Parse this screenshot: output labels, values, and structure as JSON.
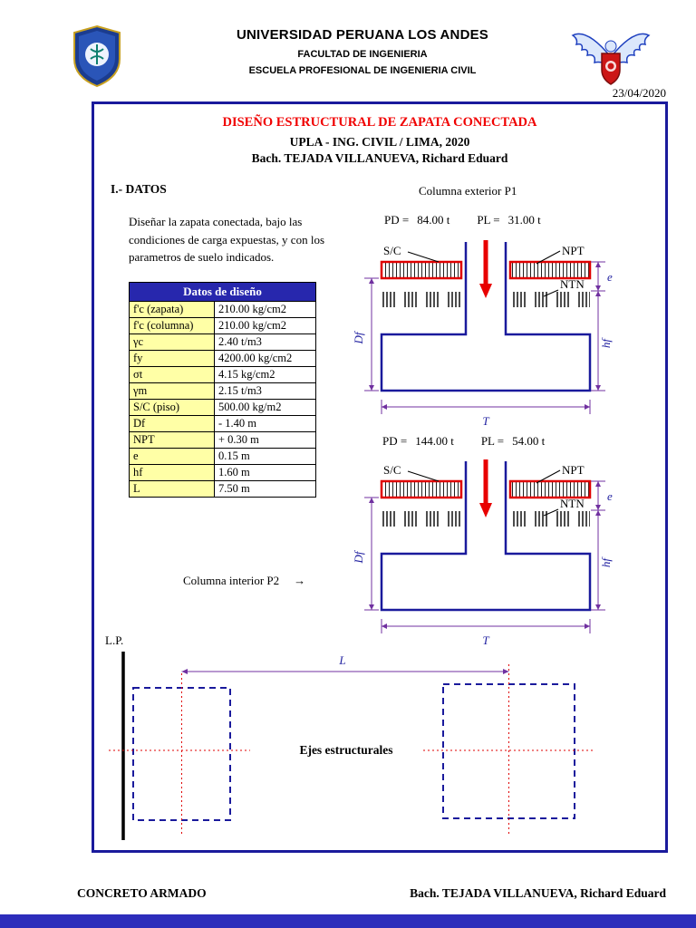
{
  "page": {
    "date": "23/04/2020"
  },
  "header": {
    "university": "UNIVERSIDAD PERUANA LOS ANDES",
    "faculty": "FACULTAD DE INGENIERIA",
    "school": "ESCUELA PROFESIONAL DE INGENIERIA CIVIL"
  },
  "titles": {
    "main": "DISEÑO ESTRUCTURAL DE ZAPATA CONECTADA",
    "sub1": "UPLA - ING. CIVIL / LIMA, 2020",
    "sub2": "Bach. TEJADA VILLANUEVA, Richard Eduard"
  },
  "section": {
    "datos": "I.- DATOS",
    "intro": "Diseñar la zapata conectada, bajo las condiciones de carga expuestas, y con los parametros de suelo indicados.",
    "col_exterior": "Columna exterior P1",
    "col_interior": "Columna interior P2",
    "arrow": "→"
  },
  "loads": {
    "p1": {
      "pd_label": "PD =",
      "pd_value": "84.00 t",
      "pl_label": "PL =",
      "pl_value": "31.00 t"
    },
    "p2": {
      "pd_label": "PD =",
      "pd_value": "144.00 t",
      "pl_label": "PL =",
      "pl_value": "54.00 t"
    }
  },
  "design_table": {
    "header": "Datos de diseño",
    "rows": [
      {
        "label": "f'c (zapata)",
        "value": "210.00 kg/cm2"
      },
      {
        "label": "f'c (columna)",
        "value": "210.00 kg/cm2"
      },
      {
        "label": "γc",
        "value": "2.40 t/m3"
      },
      {
        "label": "fy",
        "value": "4200.00 kg/cm2"
      },
      {
        "label": "σt",
        "value": "4.15 kg/cm2"
      },
      {
        "label": "γm",
        "value": "2.15 t/m3"
      },
      {
        "label": "S/C (piso)",
        "value": "500.00 kg/m2"
      },
      {
        "label": "Df",
        "value": "- 1.40 m"
      },
      {
        "label": "NPT",
        "value": "+ 0.30 m"
      },
      {
        "label": "e",
        "value": "0.15 m"
      },
      {
        "label": "hf",
        "value": "1.60 m"
      },
      {
        "label": "L",
        "value": "7.50 m"
      }
    ]
  },
  "diagram_labels": {
    "sc": "S/C",
    "npt": "NPT",
    "ntn": "NTN",
    "e": "e",
    "hf": "hf",
    "df": "Df",
    "t": "T",
    "l": "L",
    "lp": "L.P.",
    "ejes": "Ejes estructurales"
  },
  "footer": {
    "left": "CONCRETO ARMADO",
    "right": "Bach. TEJADA VILLANUEVA, Richard Eduard"
  },
  "colors": {
    "box_border": "#1a1a9c",
    "table_header_bg": "#2727ad",
    "label_cell_bg": "#ffffa6",
    "title_red": "#f00000",
    "load_arrow_red": "#e80000",
    "dimension_purple": "#7030a0",
    "dim_label_blue": "#2020a0",
    "bottom_bar_blue": "#2d2dbb"
  },
  "icons": {
    "left_logo": "upla-crest",
    "right_logo": "eagle-emblem"
  }
}
